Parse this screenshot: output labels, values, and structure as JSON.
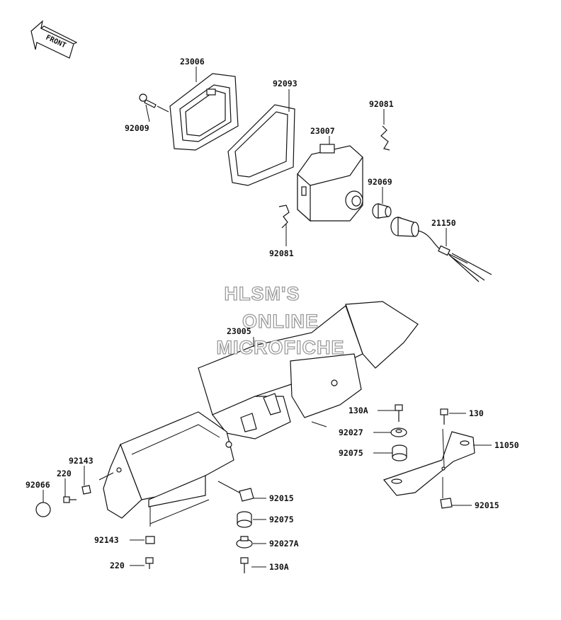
{
  "front_arrow": {
    "text": "FRONT",
    "icon": "front-arrow-icon"
  },
  "watermark": {
    "line1": "HLSM'S",
    "line2": "ONLINE",
    "line3": "MICROFICHE"
  },
  "callouts": {
    "p23006": "23006",
    "p92093": "92093",
    "p92009": "92009",
    "p92081a": "92081",
    "p23007": "23007",
    "p92069": "92069",
    "p21150": "21150",
    "p92081b": "92081",
    "p23005": "23005",
    "p130A_top": "130A",
    "p130": "130",
    "p92027": "92027",
    "p92075_r": "92075",
    "p11050": "11050",
    "p92015_r": "92015",
    "p92143_top": "92143",
    "p220_top": "220",
    "p92066": "92066",
    "p92015_c": "92015",
    "p92075_c": "92075",
    "p92143_bot": "92143",
    "p92027A": "92027A",
    "p220_bot": "220",
    "p130A_bot": "130A"
  }
}
